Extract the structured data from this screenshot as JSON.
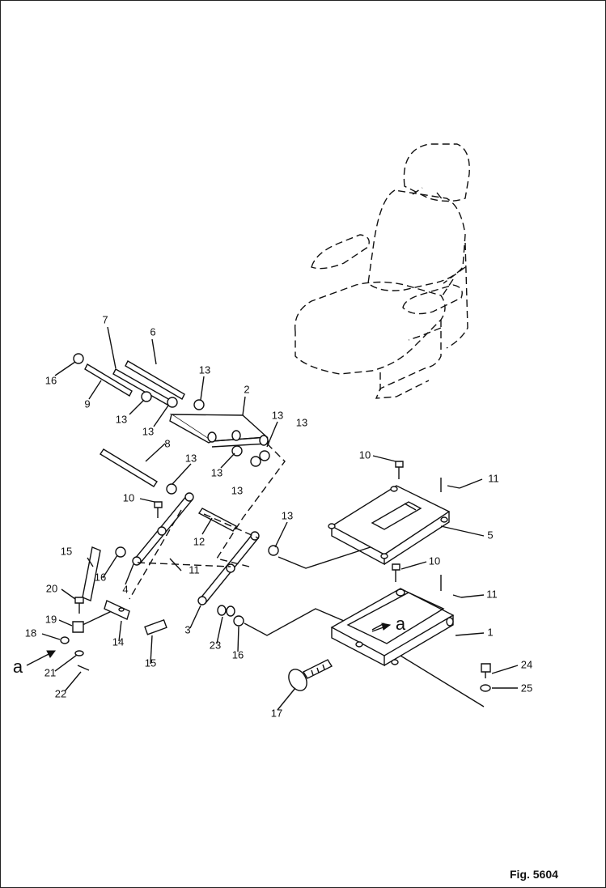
{
  "figure": {
    "caption": "Fig. 5604"
  },
  "view_marker": "a",
  "callouts": {
    "c1": "1",
    "c2": "2",
    "c3": "3",
    "c4": "4",
    "c5": "5",
    "c6": "6",
    "c7": "7",
    "c8": "8",
    "c9": "9",
    "c10a": "10",
    "c10b": "10",
    "c10c": "10",
    "c11a": "11",
    "c11b": "11",
    "c11c": "11",
    "c12": "12",
    "c13a": "13",
    "c13b": "13",
    "c13c": "13",
    "c13d": "13",
    "c13e": "13",
    "c13f": "13",
    "c13g": "13",
    "c13h": "13",
    "c13i": "13",
    "c14": "14",
    "c15a": "15",
    "c15b": "15",
    "c16a": "16",
    "c16b": "16",
    "c16c": "16",
    "c17": "17",
    "c18": "18",
    "c19": "19",
    "c20": "20",
    "c21": "21",
    "c22": "22",
    "c23": "23",
    "c24": "24",
    "c25": "25"
  }
}
